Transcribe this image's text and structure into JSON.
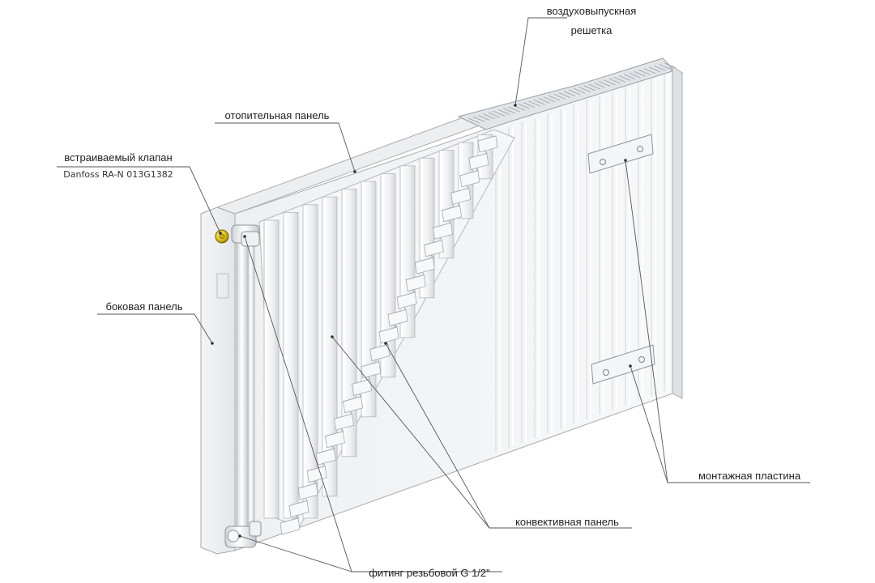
{
  "labels": {
    "air_grille_line1": "воздуховыпускная",
    "air_grille_line2": "решетка",
    "heating_panel": "отопительная панель",
    "valve_line1": "встраиваемый клапан",
    "valve_line2": "Danfoss RA-N 013G1382",
    "side_panel": "боковая панель",
    "mounting_plate": "монтажная пластина",
    "convection_panel": "конвективная панель",
    "fitting": "фитинг резьбовой G 1/2\""
  },
  "colors": {
    "valve_head": "#e4c51c",
    "outline": "#a9aeb2",
    "leader": "#555555"
  }
}
